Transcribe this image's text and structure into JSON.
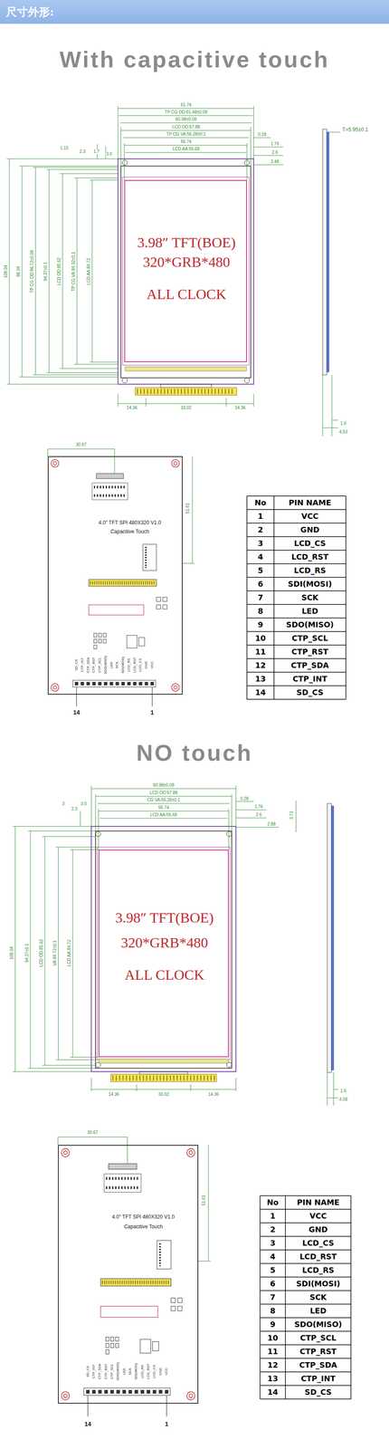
{
  "diagram": {
    "nodes": [
      {
        "text": [
          "尺寸外形:"
        ]
      },
      {
        "text": [
          "3.98″ TFT(BOE)",
          "320*GRB*480",
          "ALL CLOCK"
        ]
      },
      {
        "text": [
          "4.0″ TFT SPI 480X320 V1.0",
          "Capacitive Touch"
        ]
      },
      {
        "text": [
          "3.98″ TFT(BOE)",
          "320*GRB*480",
          "ALL CLOCK"
        ]
      },
      {
        "text": [
          "4.0″ TFT SPI 480X320 V1.0",
          "Capacitive Touch"
        ]
      }
    ],
    "labels": [
      "With capacitive touch",
      "61.74",
      "TP CG OD:61.48±0.08",
      "60.98±0.08",
      "LCD OD:57.88",
      "TP CG VA:56.28±0.1",
      "55.74",
      "LCD AA:55.68",
      "0.28",
      "1.76",
      "2.6",
      "3.48",
      "1.15",
      "2.3",
      "1.7",
      "3.0",
      "108.04",
      "98.04",
      "TP CG OD:96.72±0.08",
      "94.37±0.1",
      "LCD OD:85.62",
      "TP CG VA:84.32±0.1",
      "LCD AA:84.72",
      "14.36",
      "33.02",
      "14.36",
      "T=5.95±0.1",
      "1.6",
      "4.53",
      "30.67",
      "51.61",
      "SD_CS",
      "CTP_INT",
      "CTP_SDA",
      "CTP_RST",
      "CTP_SCL",
      "SDO(MISO)",
      "LED",
      "SCK",
      "SDI(MOSI)",
      "LCD_RS",
      "LCD_RST",
      "LCD_CS",
      "GND",
      "VCC",
      "14",
      "1",
      "No",
      "PIN NAME",
      "1",
      "VCC",
      "2",
      "GND",
      "3",
      "LCD_CS",
      "4",
      "LCD_RST",
      "5",
      "LCD_RS",
      "6",
      "SDI(MOSI)",
      "7",
      "SCK",
      "8",
      "LED",
      "9",
      "SDO(MISO)",
      "10",
      "CTP_SCL",
      "11",
      "CTP_RST",
      "12",
      "CTP_SDA",
      "13",
      "CTP_INT",
      "14",
      "SD_CS",
      "NO touch",
      "60.98±0.08",
      "LCD OD:57.88",
      "CG VA:56.28±0.1",
      "55.74",
      "LCD AA:55.68",
      "0.28",
      "1.76",
      "2.6",
      "2.88",
      "3.73",
      "3",
      "2.3",
      "3.0",
      "108.04",
      "94.37±0.1",
      "LCD OD:85.62",
      "VA:84.72±0.1",
      "LCD AA:84.72",
      "14.36",
      "33.02",
      "14.36",
      "1.6",
      "4.08",
      "30.67",
      "51.61",
      "SD_CS",
      "CTP_INT",
      "CTP_SDA",
      "CTP_RST",
      "CTP_SCL",
      "SDO(MISO)",
      "LED",
      "SCK",
      "SDI(MOSI)",
      "LCD_RS",
      "LCD_RST",
      "LCD_CS",
      "GND",
      "VCC",
      "14",
      "1",
      "No",
      "PIN NAME",
      "1",
      "VCC",
      "2",
      "GND",
      "3",
      "LCD_CS",
      "4",
      "LCD_RST",
      "5",
      "LCD_RS",
      "6",
      "SDI(MOSI)",
      "7",
      "SCK",
      "8",
      "LED",
      "9",
      "SDO(MISO)",
      "10",
      "CTP_SCL",
      "11",
      "CTP_RST",
      "12",
      "CTP_SDA",
      "13",
      "CTP_INT",
      "14",
      "SD_CS"
    ]
  }
}
